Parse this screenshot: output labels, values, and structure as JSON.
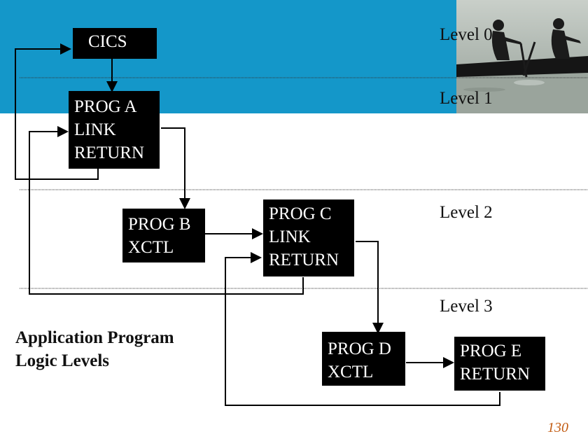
{
  "levels": [
    "Level 0",
    "Level 1",
    "Level 2",
    "Level 3"
  ],
  "boxes": {
    "cics": "CICS",
    "prog_a": "PROG A\nLINK\nRETURN",
    "prog_b": "PROG B\nXCTL",
    "prog_c": "PROG C\nLINK\nRETURN",
    "prog_d": "PROG D\nXCTL",
    "prog_e": "PROG E\nRETURN"
  },
  "title": "Application Program\nLogic Levels",
  "page_number": "130",
  "colors": {
    "banner": "#1497c9",
    "page_number": "#c25b12",
    "box": "#000000"
  }
}
